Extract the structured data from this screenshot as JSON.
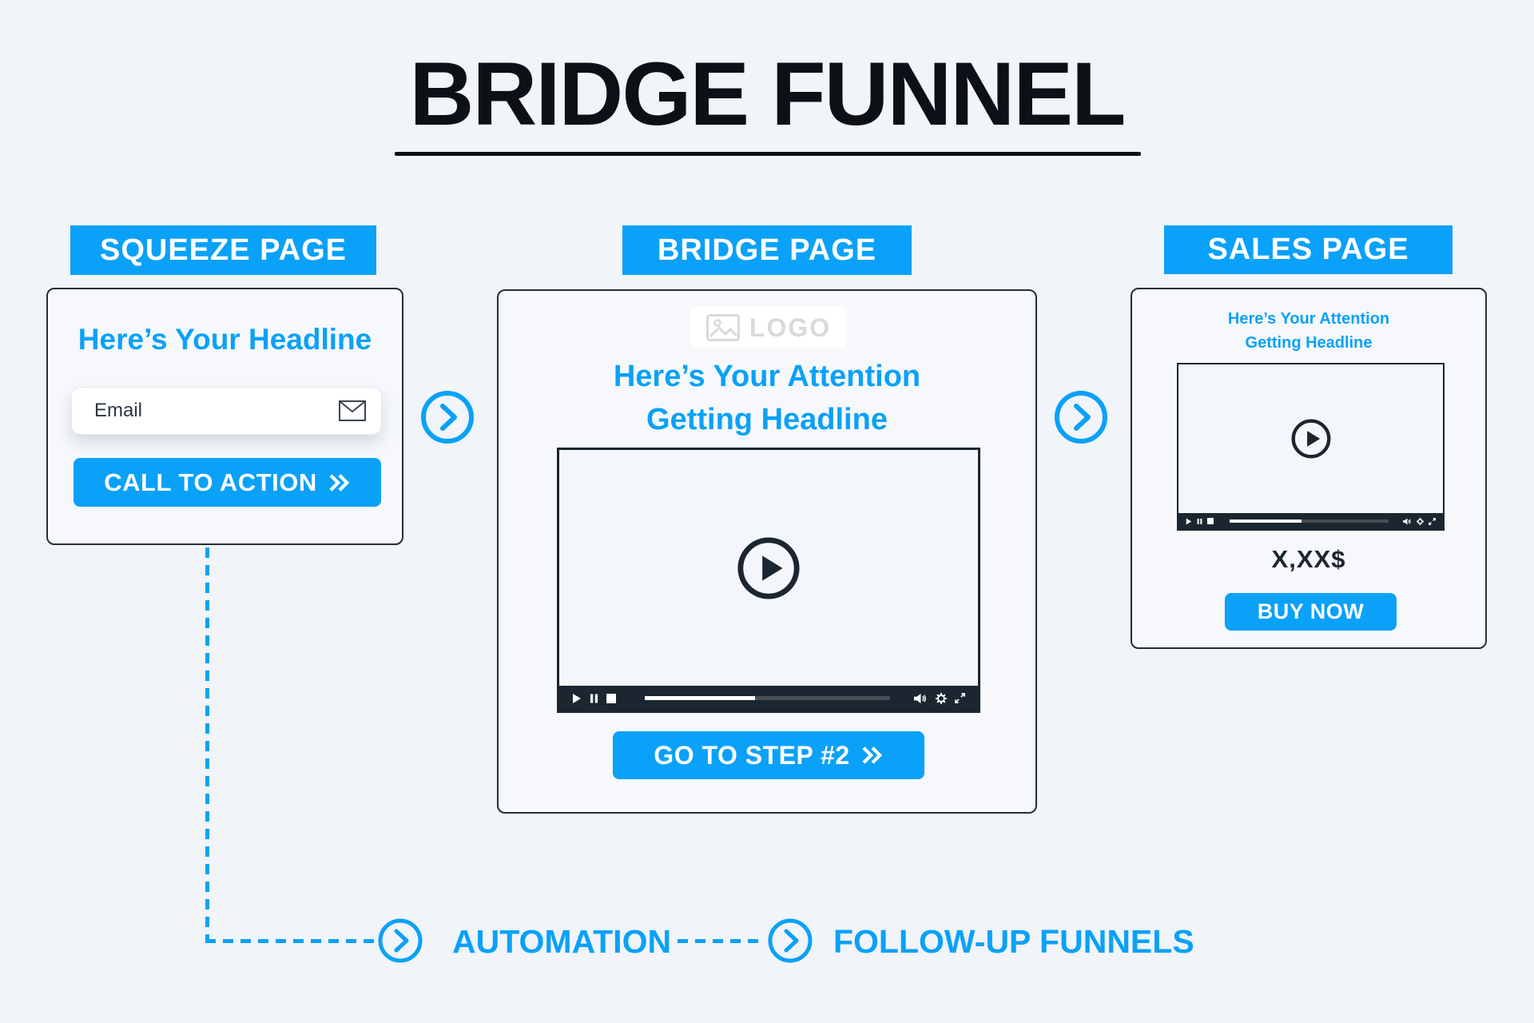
{
  "title": "BRIDGE FUNNEL",
  "colors": {
    "accent_blue": "#0aa1f8",
    "dark_navy": "#1b2630",
    "page_background": "#f1f4f8"
  },
  "squeeze_page": {
    "badge": "SQUEEZE PAGE",
    "headline": "Here’s Your Headline",
    "email_placeholder": "Email",
    "cta_label": "CALL TO ACTION"
  },
  "bridge_page": {
    "badge": "BRIDGE PAGE",
    "logo_label": "LOGO",
    "headline_line1": "Here’s Your Attention",
    "headline_line2": "Getting Headline",
    "cta_label": "GO TO STEP #2"
  },
  "sales_page": {
    "badge": "SALES PAGE",
    "headline_line1": "Here’s Your Attention",
    "headline_line2": "Getting Headline",
    "price": "X,XX$",
    "cta_label": "BUY NOW"
  },
  "flow": {
    "automation_label": "AUTOMATION",
    "followup_label": "FOLLOW-UP FUNNELS"
  },
  "icons": {
    "email_field_icon": "envelope-icon",
    "logo_icon": "image-placeholder-icon",
    "video_player_icons": [
      "play-circle-icon",
      "play-icon",
      "pause-icon",
      "stop-icon",
      "speaker-icon",
      "gear-icon",
      "fullscreen-icon"
    ],
    "connector_icon": "chevron-right-circle-icon",
    "button_arrow_icon": "double-chevron-right-icon"
  }
}
